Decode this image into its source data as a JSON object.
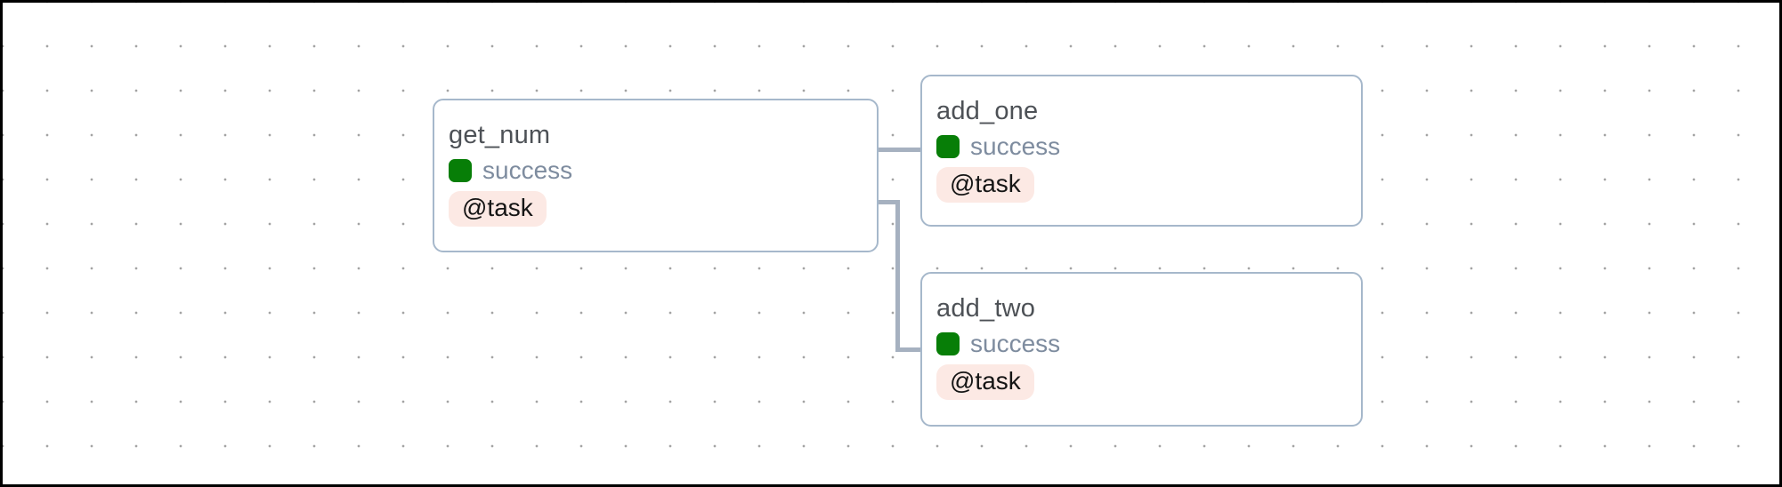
{
  "colors": {
    "node_border": "#a6b8cb",
    "edge": "#a6b1c0",
    "success_green": "#077e07",
    "status_text": "#7e8c9f",
    "title_text": "#4d5156",
    "badge_bg": "#fce9e4",
    "badge_text": "#151515",
    "dot": "#a3a3a3",
    "frame": "#000000",
    "canvas_bg": "#ffffff"
  },
  "graph": {
    "nodes": [
      {
        "title": "get_num",
        "status": "success",
        "badge": "@task"
      },
      {
        "title": "add_one",
        "status": "success",
        "badge": "@task"
      },
      {
        "title": "add_two",
        "status": "success",
        "badge": "@task"
      }
    ],
    "edges": [
      {
        "from": "get_num",
        "to": "add_one"
      },
      {
        "from": "get_num",
        "to": "add_two"
      }
    ]
  }
}
